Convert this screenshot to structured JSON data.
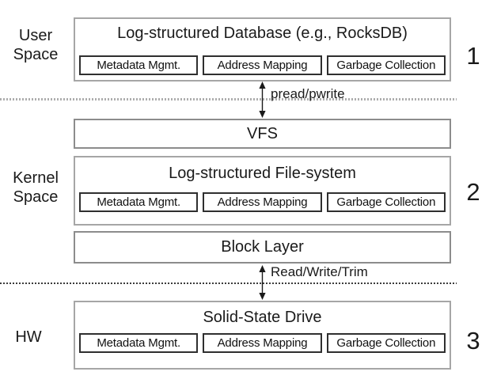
{
  "side_labels": {
    "user": "User Space",
    "kernel": "Kernel Space",
    "hw": "HW"
  },
  "layers": {
    "user": {
      "title": "Log-structured Database (e.g., RocksDB)",
      "number": "1",
      "components": [
        "Metadata Mgmt.",
        "Address Mapping",
        "Garbage Collection"
      ]
    },
    "kernel": {
      "vfs_title": "VFS",
      "title": "Log-structured File-system",
      "number": "2",
      "components": [
        "Metadata Mgmt.",
        "Address Mapping",
        "Garbage Collection"
      ],
      "block_title": "Block Layer"
    },
    "hw": {
      "title": "Solid-State Drive",
      "number": "3",
      "components": [
        "Metadata Mgmt.",
        "Address Mapping",
        "Garbage Collection"
      ]
    }
  },
  "arrows": {
    "user_to_kernel": "pread/pwrite",
    "kernel_to_hw": "Read/Write/Trim"
  },
  "colors": {
    "background": "#ffffff",
    "text": "#1a1a1a",
    "outer_box_border": "#a6a6a6",
    "bar_box_border": "#8c8c8c",
    "inner_box_border": "#2f2f2f",
    "separator_user_kernel": "#adadad",
    "separator_kernel_hw": "#3c3c3c",
    "arrow": "#1a1a1a"
  }
}
